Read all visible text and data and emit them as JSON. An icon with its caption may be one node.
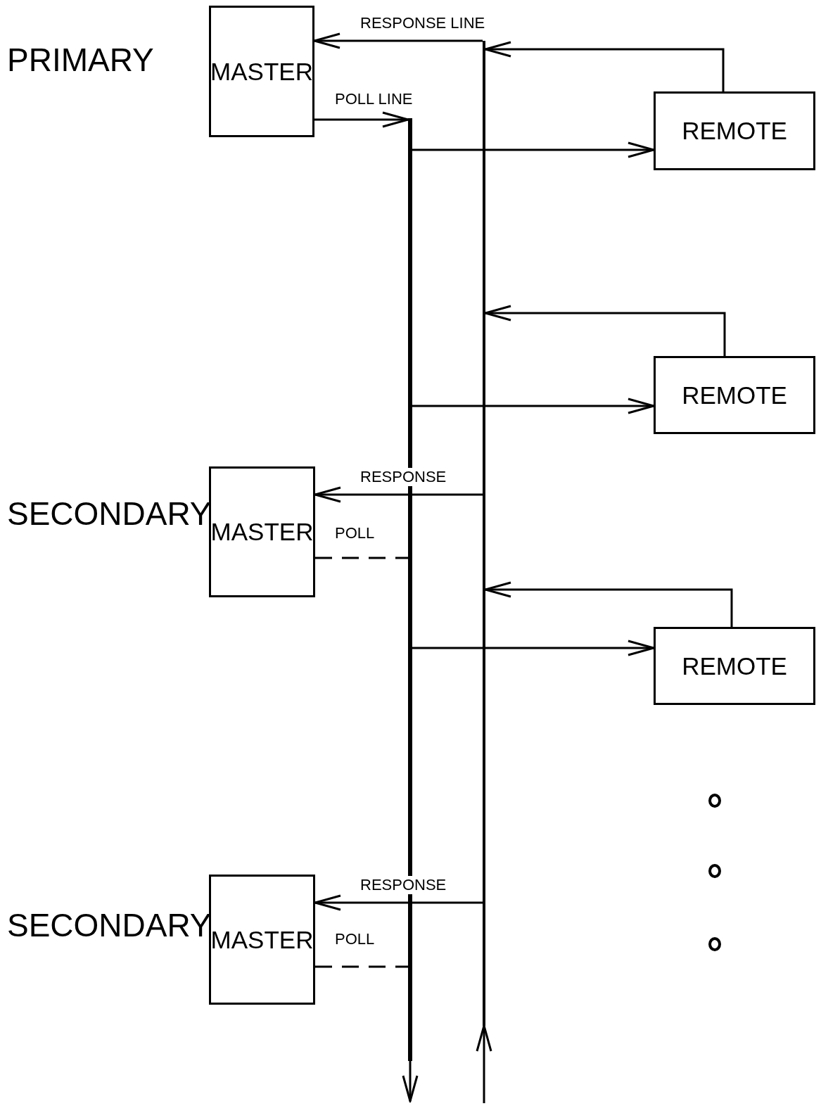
{
  "diagram": {
    "nodes": [
      {
        "text": [
          "MASTER"
        ],
        "beside": [
          "PRIMARY"
        ]
      },
      {
        "text": [
          "REMOTE"
        ]
      },
      {
        "text": [
          "REMOTE"
        ]
      },
      {
        "text": [
          "MASTER"
        ],
        "beside": [
          "SECONDARY"
        ]
      },
      {
        "text": [
          "REMOTE"
        ]
      },
      {
        "text": [
          "MASTER"
        ],
        "beside": [
          "SECONDARY"
        ]
      },
      {
        "text": [],
        "shape": "bar"
      },
      {
        "text": [],
        "shape": "bar"
      }
    ],
    "edges": [
      {
        "from": 0,
        "to": 6,
        "arrow": "to",
        "label": "POLL LINE"
      },
      {
        "from": 6,
        "to": 1,
        "arrow": "to"
      },
      {
        "from": 6,
        "to": 2,
        "arrow": "to"
      },
      {
        "from": 6,
        "to": 4,
        "arrow": "to"
      },
      {
        "from": 1,
        "to": 7,
        "arrow": "to"
      },
      {
        "from": 2,
        "to": 7,
        "arrow": "to"
      },
      {
        "from": 4,
        "to": 7,
        "arrow": "to"
      },
      {
        "from": 7,
        "to": 0,
        "arrow": "to",
        "label": "RESPONSE LINE"
      },
      {
        "from": 7,
        "to": 3,
        "arrow": "to",
        "label": "RESPONSE"
      },
      {
        "from": 3,
        "to": 6,
        "arrow": "none",
        "style": "dashed",
        "label": "POLL"
      },
      {
        "from": 7,
        "to": 5,
        "arrow": "to",
        "label": "RESPONSE"
      },
      {
        "from": 5,
        "to": 6,
        "arrow": "none",
        "style": "dashed",
        "label": "POLL"
      },
      {
        "from": 6,
        "to": null,
        "arrow": "to"
      },
      {
        "from": null,
        "to": 7,
        "arrow": "to"
      }
    ]
  }
}
